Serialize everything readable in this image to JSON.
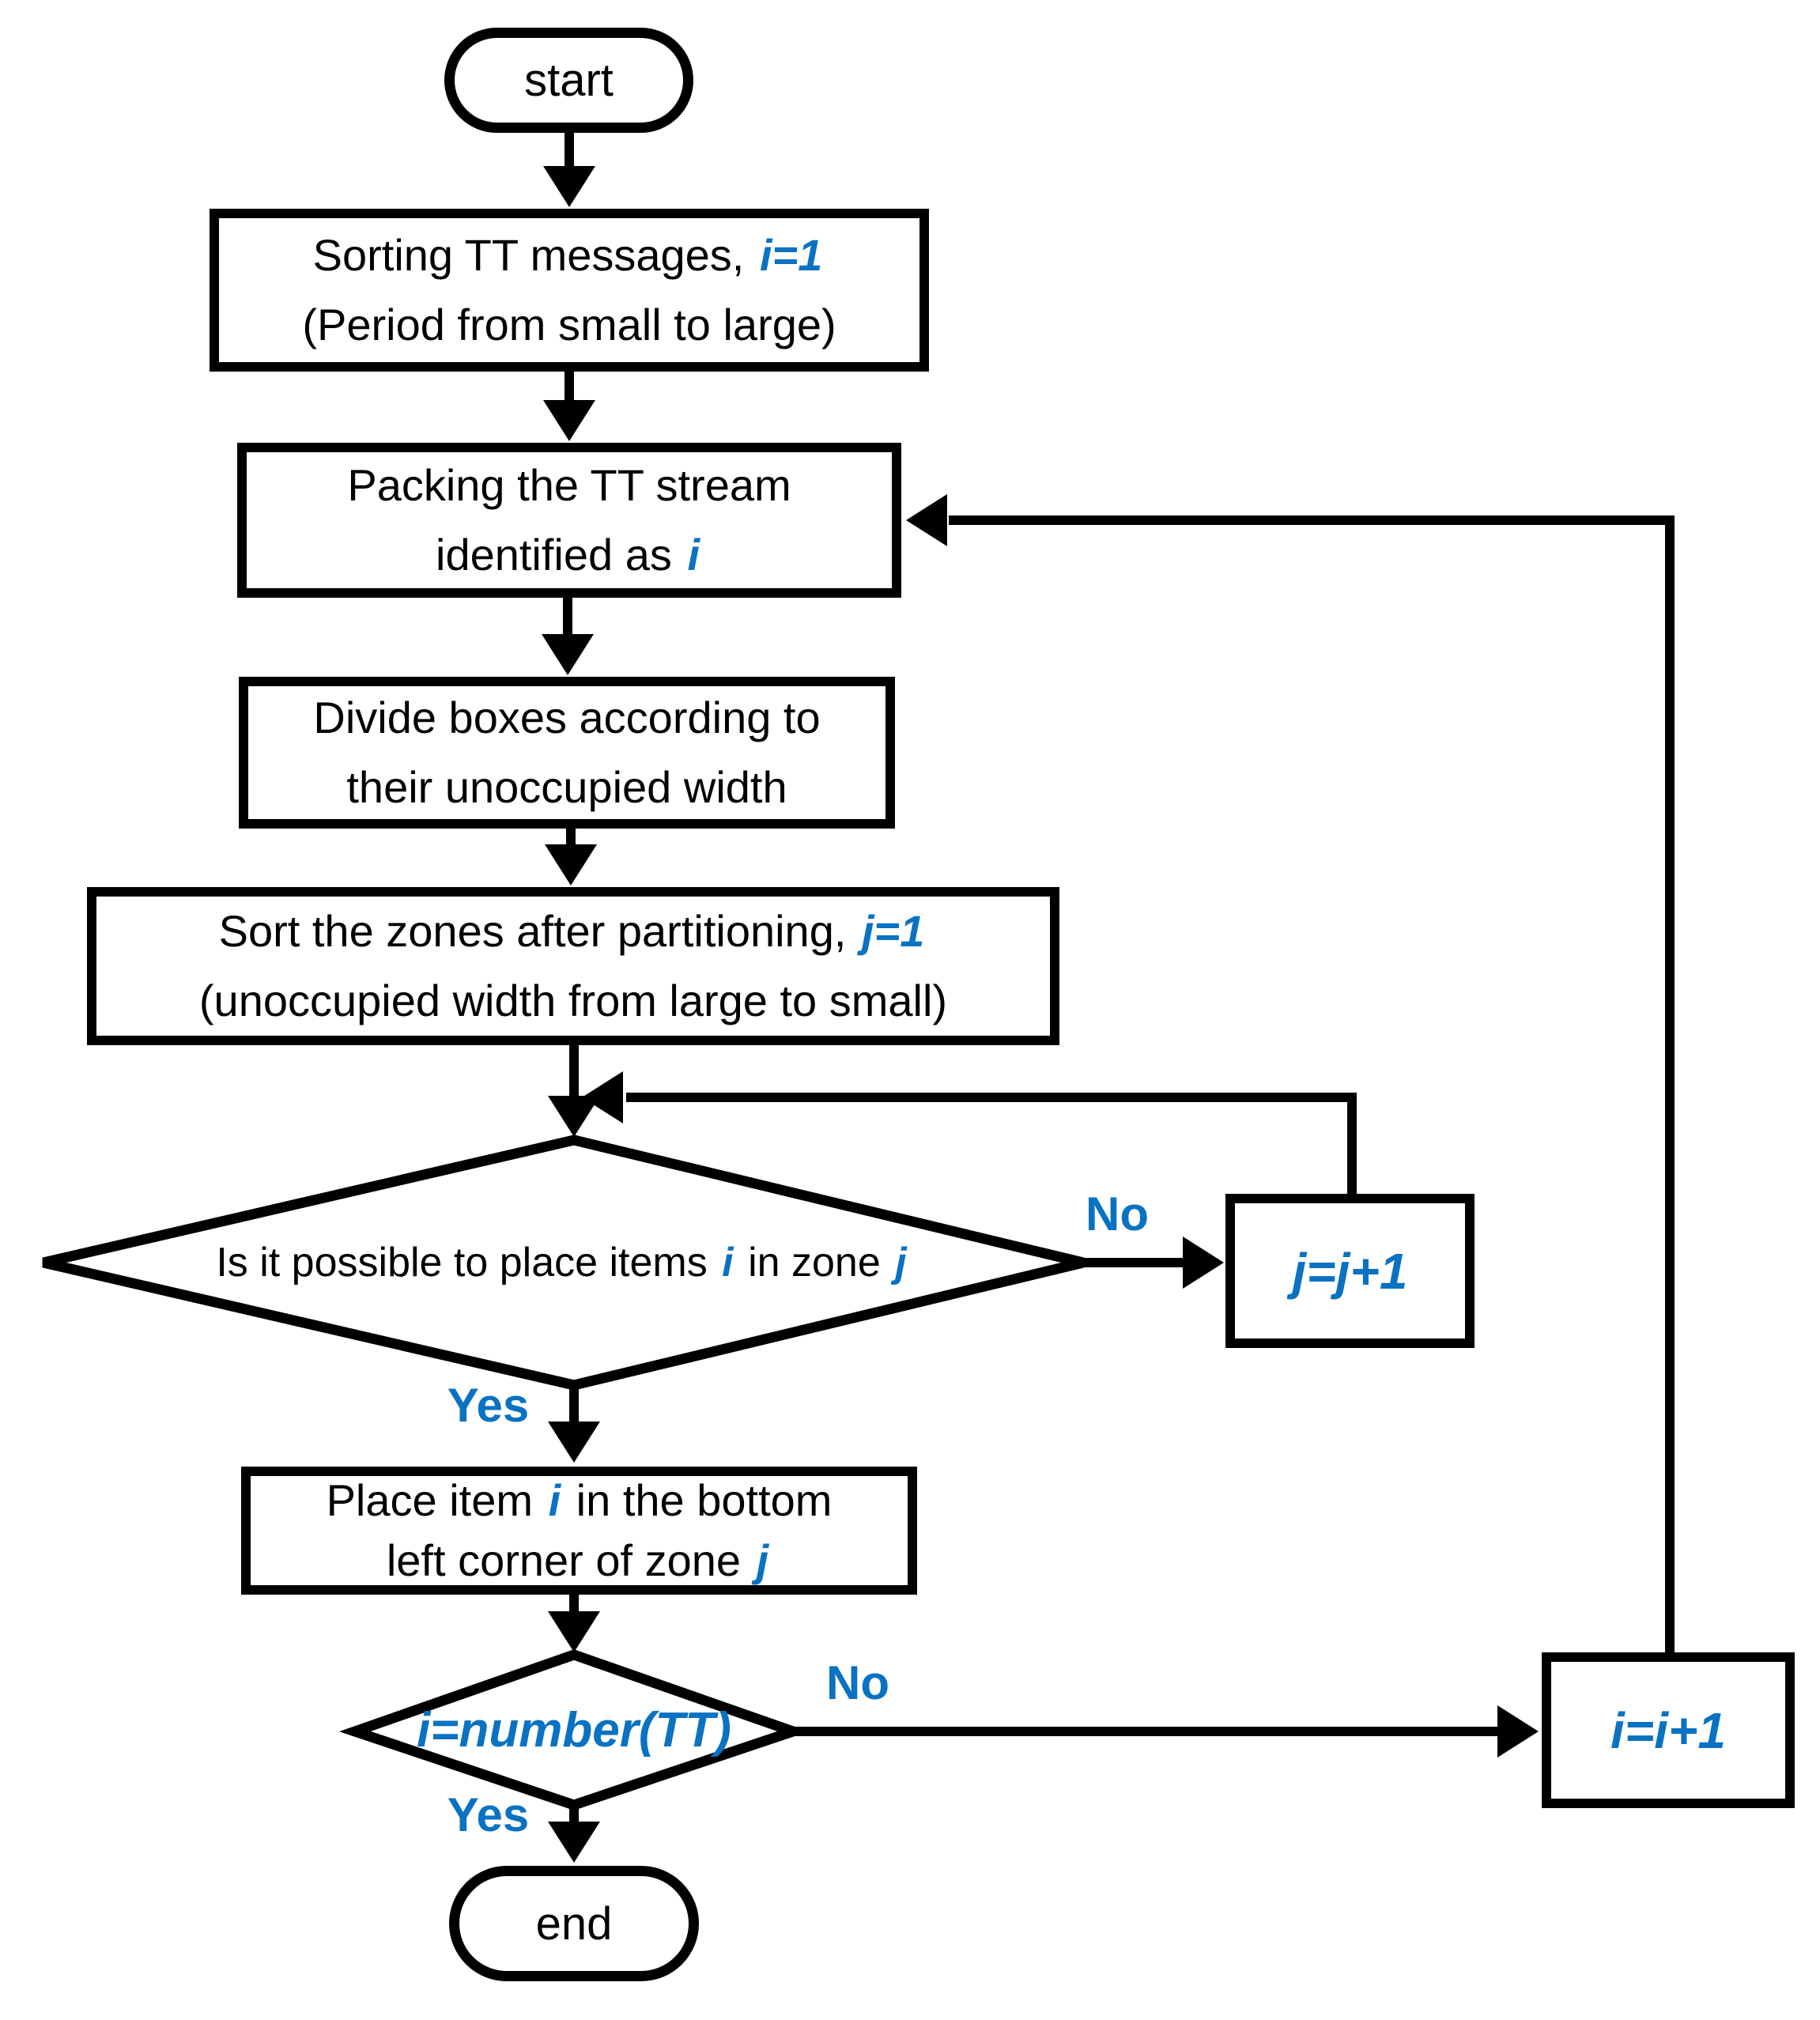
{
  "colors": {
    "accent": "#0a72c2",
    "line": "#000000",
    "background": "#ffffff"
  },
  "nodes": {
    "start": {
      "label": "start"
    },
    "sorting": {
      "lines": [
        [
          {
            "t": "Sorting TT messages, "
          },
          {
            "t": "i=1",
            "em": true
          }
        ],
        [
          {
            "t": "(Period from small to large)"
          }
        ]
      ]
    },
    "packing": {
      "lines": [
        [
          {
            "t": "Packing the TT stream"
          }
        ],
        [
          {
            "t": "identified as "
          },
          {
            "t": "i",
            "em": true
          }
        ]
      ]
    },
    "divide": {
      "lines": [
        [
          {
            "t": "Divide boxes according to"
          }
        ],
        [
          {
            "t": "their unoccupied width"
          }
        ]
      ]
    },
    "sort_zones": {
      "lines": [
        [
          {
            "t": "Sort the zones after partitioning, "
          },
          {
            "t": "j=1",
            "em": true
          }
        ],
        [
          {
            "t": "(unoccupied width from large to small)"
          }
        ]
      ]
    },
    "decision_place": {
      "lines": [
        [
          {
            "t": "Is it possible to place items "
          },
          {
            "t": "i",
            "em": true
          },
          {
            "t": " in zone "
          },
          {
            "t": "j",
            "em": true
          }
        ]
      ]
    },
    "j_increment": {
      "label": "j=j+1"
    },
    "place_item": {
      "lines": [
        [
          {
            "t": "Place item "
          },
          {
            "t": "i",
            "em": true
          },
          {
            "t": " in the bottom"
          }
        ],
        [
          {
            "t": "left corner of zone "
          },
          {
            "t": "j",
            "em": true
          }
        ]
      ]
    },
    "decision_last": {
      "label": "i=number(TT)"
    },
    "i_increment": {
      "label": "i=i+1"
    },
    "end": {
      "label": "end"
    }
  },
  "edge_labels": {
    "no_zone": "No",
    "yes_zone": "Yes",
    "no_last": "No",
    "yes_last": "Yes"
  }
}
